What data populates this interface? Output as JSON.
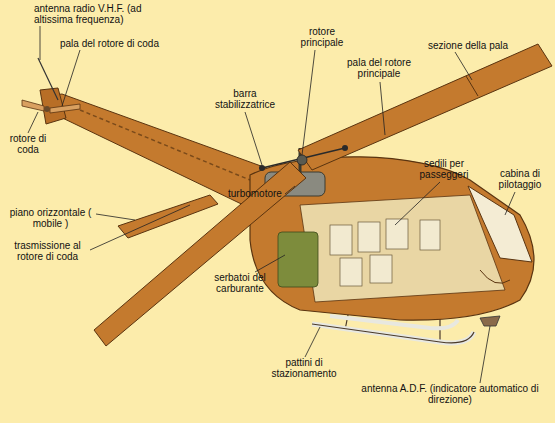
{
  "diagram": {
    "labels": [
      "antenna radio V.H.F. (ad altissima frequenza)",
      "rotore principale",
      "sezione della pala",
      "pala del rotore di coda",
      "barra stabilizzatrice",
      "pala del rotore principale",
      "rotore di coda",
      "turbomotore",
      "sedili per passeggeri",
      "cabina di pilotaggio",
      "piano orizzontale ( mobile )",
      "trasmissione al rotore di coda",
      "serbatoi del carburante",
      "pattini di stazionamento",
      "antenna A.D.F. (indicatore automatico di direzione)"
    ]
  }
}
